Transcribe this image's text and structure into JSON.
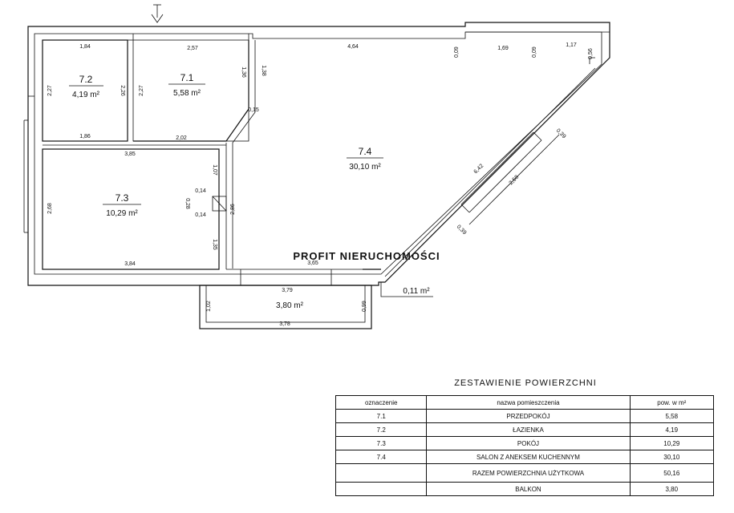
{
  "plan": {
    "watermark": "PROFIT NIERUCHOMOŚCI",
    "rooms": [
      {
        "id": "7.2",
        "area": "4,19 m²"
      },
      {
        "id": "7.1",
        "area": "5,58 m²"
      },
      {
        "id": "7.3",
        "area": "10,29 m²"
      },
      {
        "id": "7.4",
        "area": "30,10 m²"
      },
      {
        "id": "",
        "area": "3,80 m²"
      }
    ],
    "bay_area": "0,11 m²",
    "dimensions": {
      "d184": "1,84",
      "d227a": "2,27",
      "d226": "2,26",
      "d186": "1,86",
      "d257": "2,57",
      "d227b": "2,27",
      "d136": "1,36",
      "d202": "2,02",
      "d138": "1,38",
      "d015": "0,15",
      "d464": "4,64",
      "d009a": "0,09",
      "d169": "1,69",
      "d009b": "0,09",
      "d117": "1,17",
      "d056": "0,56",
      "d385": "3,85",
      "d268": "2,68",
      "d107": "1,07",
      "d014a": "0,14",
      "d028": "0,28",
      "d014b": "0,14",
      "d286": "2,86",
      "d135": "1,35",
      "d384": "3,84",
      "d365": "3,65",
      "d642": "6,42",
      "d039a": "0,39",
      "d258": "2,58",
      "d039b": "0,39",
      "d379": "3,79",
      "d102": "1,02",
      "d099": "0,99",
      "d378": "3,78"
    }
  },
  "summary": {
    "title": "ZESTAWIENIE   POWIERZCHNI",
    "headers": [
      "oznaczenie",
      "nazwa pomieszczenia",
      "pow. w m²"
    ],
    "rows": [
      [
        "7.1",
        "PRZEDPOKÓJ",
        "5,58"
      ],
      [
        "7.2",
        "ŁAZIENKA",
        "4,19"
      ],
      [
        "7.3",
        "POKÓJ",
        "10,29"
      ],
      [
        "7.4",
        "SALON Z ANEKSEM KUCHENNYM",
        "30,10"
      ]
    ],
    "total": [
      "",
      "RAZEM  POWIERZCHNIA  UŻYTKOWA",
      "50,16"
    ],
    "balcony": [
      "",
      "BALKON",
      "3,80"
    ]
  }
}
